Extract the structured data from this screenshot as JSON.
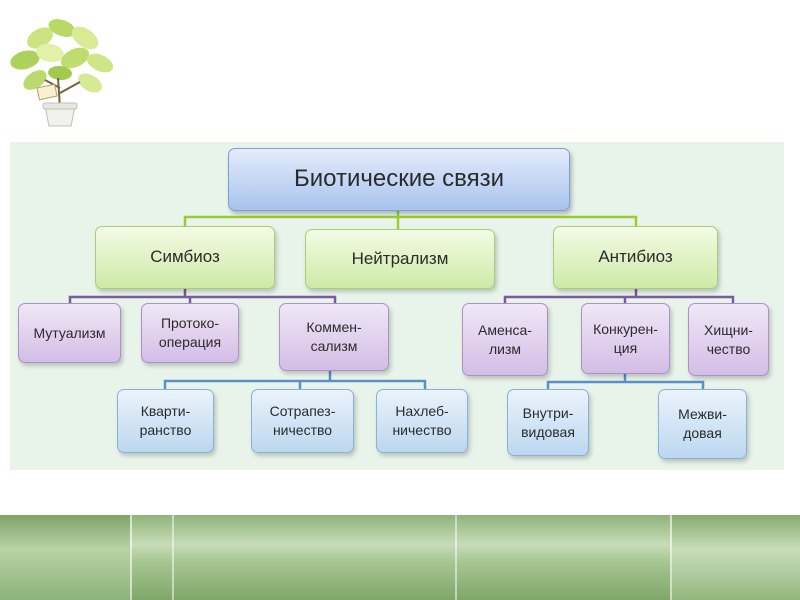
{
  "diagram": {
    "root": "Биотические связи",
    "level1": {
      "symbiosis": "Симбиоз",
      "neutralism": "Нейтрализм",
      "antibiosis": "Антибиоз"
    },
    "symbiosis_children": {
      "mutualism": "Мутуализм",
      "protocooperation": "Протоко-\nоперация",
      "commensalism": "Коммен-\nсализм"
    },
    "commensalism_children": {
      "quartering": "Кварти-\nранство",
      "tablesharing": "Сотрапез-\nничество",
      "freeloading": "Нахлеб-\nничество"
    },
    "antibiosis_children": {
      "amensalism": "Аменса-\nлизм",
      "competition": "Конкурен-\nция",
      "predation": "Хищни-\nчество"
    },
    "competition_children": {
      "intraspecific": "Внутри-\nвидовая",
      "interspecific": "Межви-\nдовая"
    }
  },
  "colors": {
    "root": "#a9c3ee",
    "level1": "#cdeaa6",
    "level2": "#d3bde6",
    "level3": "#bcd7f0",
    "line_green": "#9acd32",
    "line_purple": "#7b5a9e",
    "line_blue": "#5b8fc9"
  }
}
